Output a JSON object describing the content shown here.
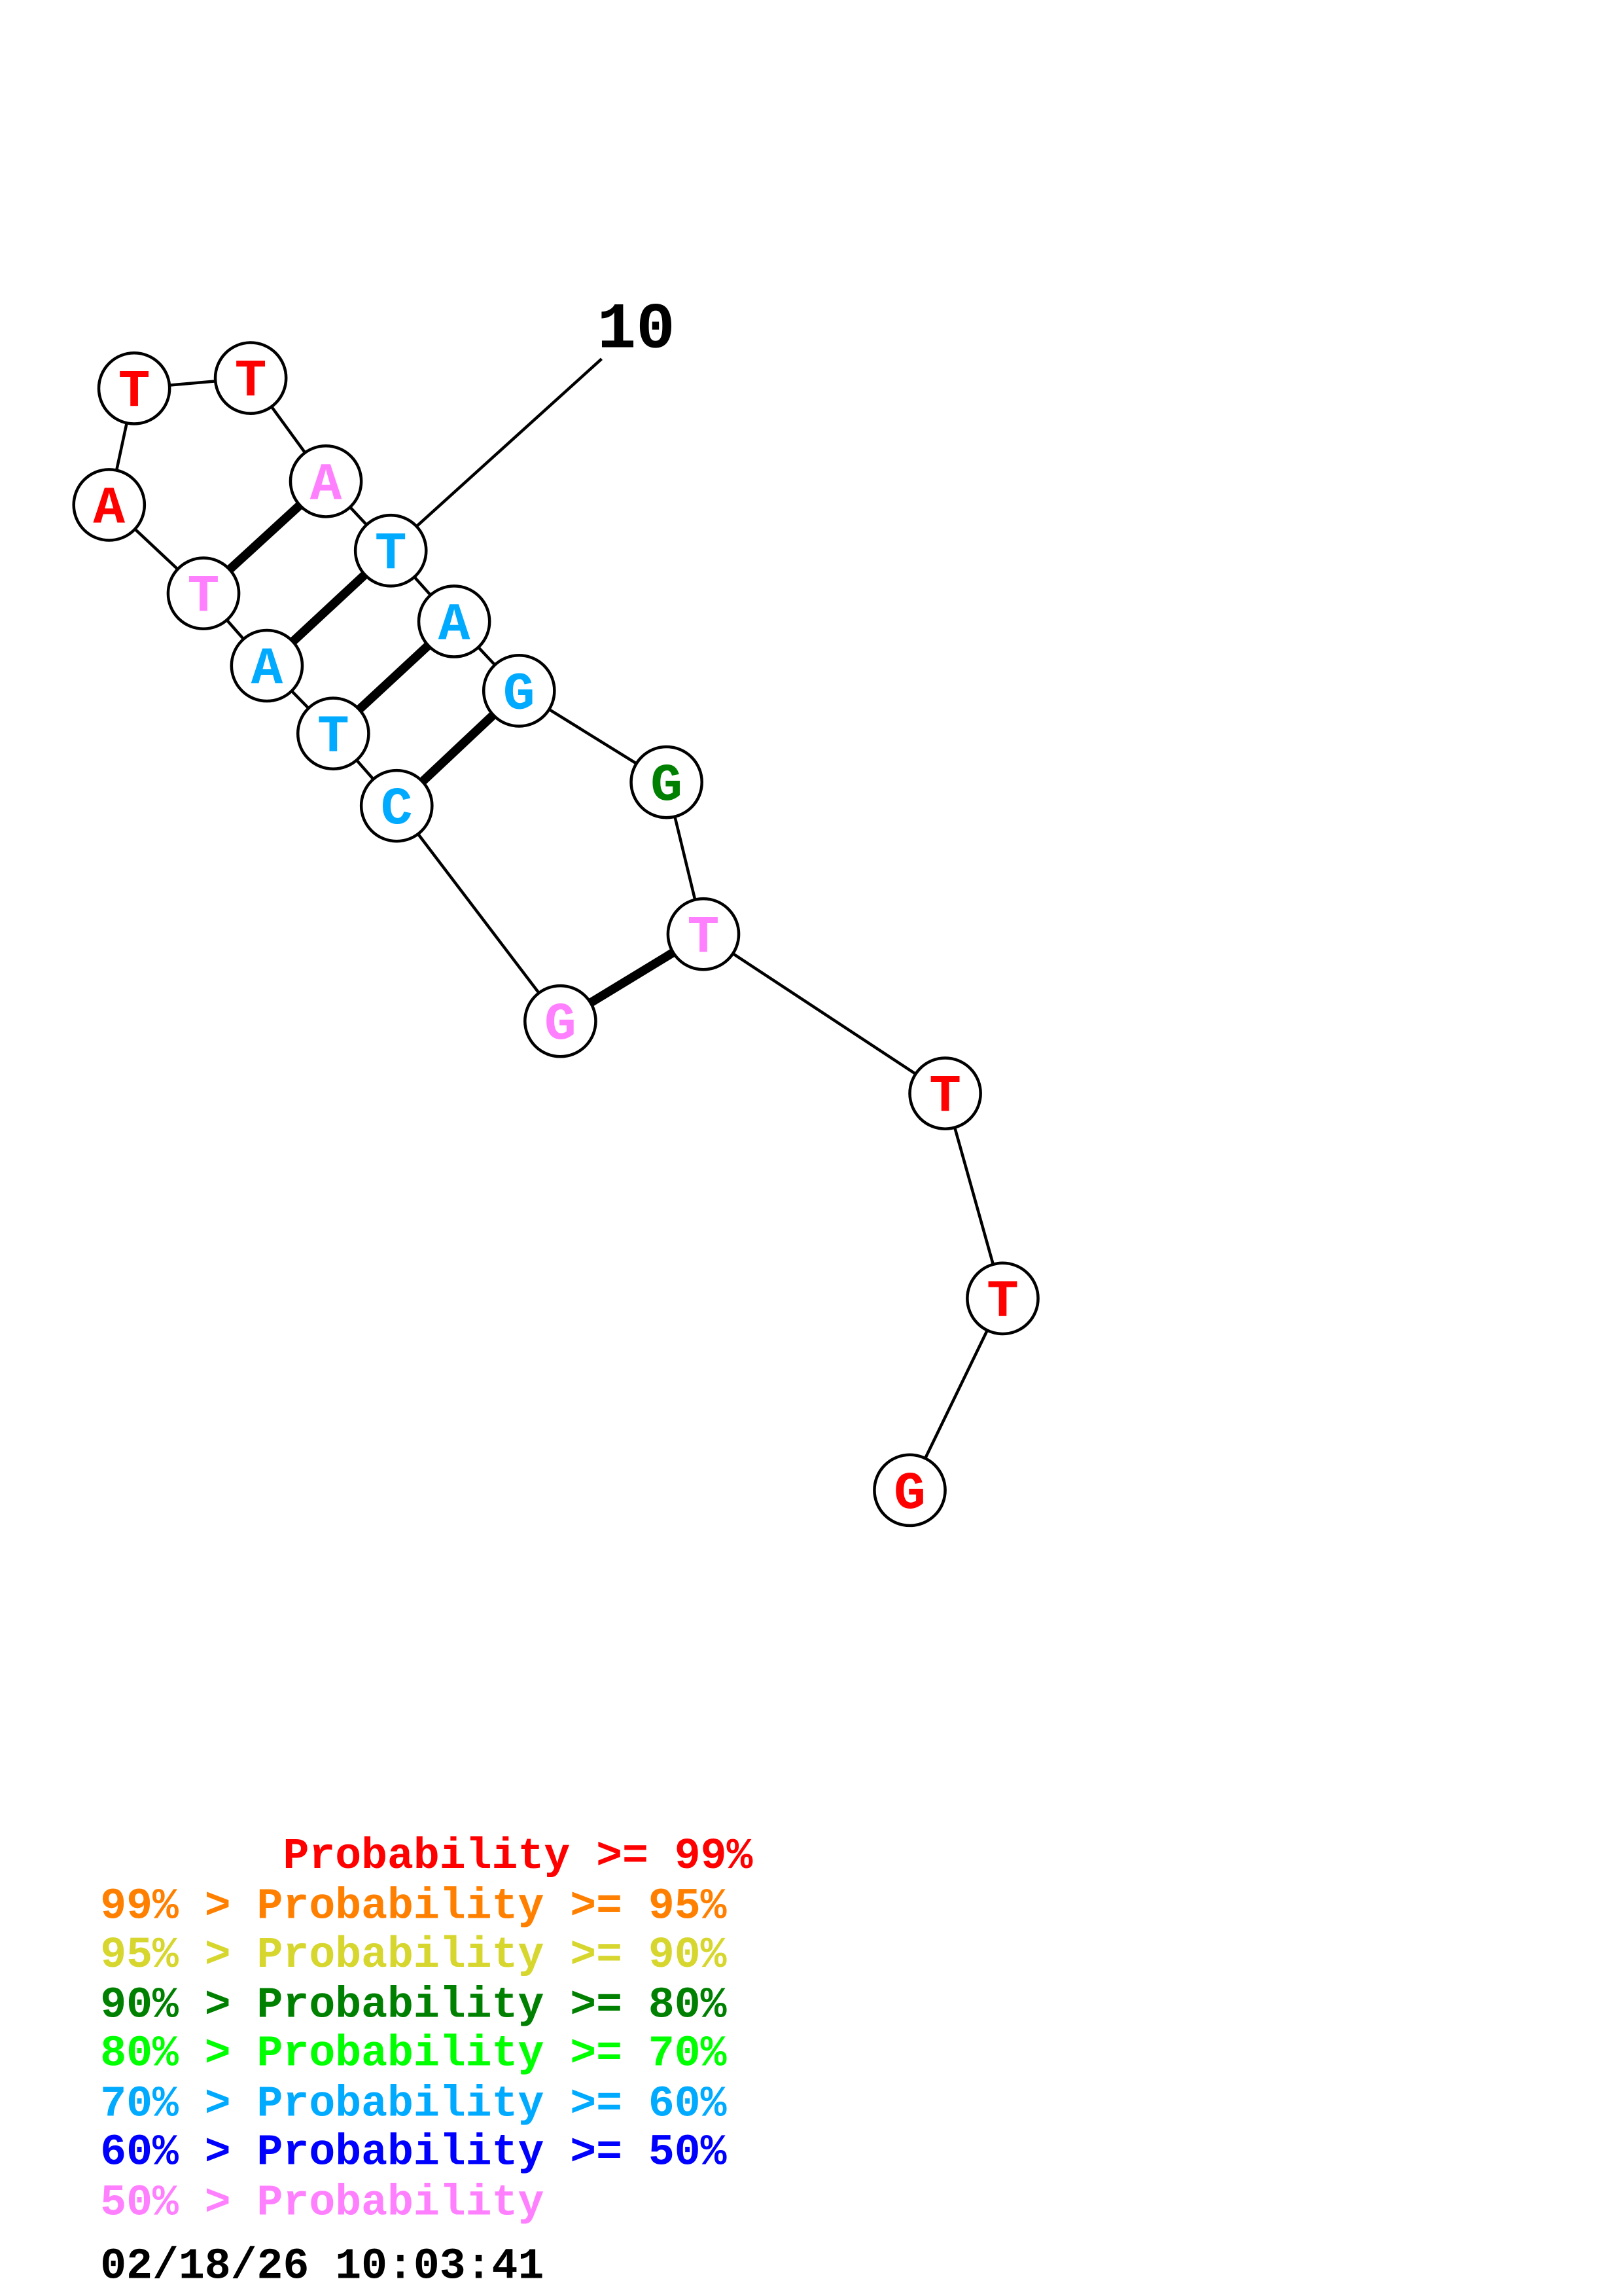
{
  "structure": {
    "sequence": [
      "G",
      "C",
      "T",
      "A",
      "T",
      "A",
      "T",
      "T",
      "A",
      "T",
      "A",
      "G",
      "G",
      "T",
      "T",
      "T",
      "G"
    ],
    "probability_class": [
      "pink",
      "blue",
      "blue",
      "blue",
      "pink",
      "red",
      "red",
      "red",
      "pink",
      "blue",
      "blue",
      "blue",
      "darkgreen",
      "pink",
      "red",
      "red",
      "red"
    ],
    "pairs": [
      [
        1,
        14
      ],
      [
        2,
        12
      ],
      [
        3,
        11
      ],
      [
        4,
        10
      ],
      [
        5,
        9
      ]
    ],
    "position_label": "10"
  },
  "colors": {
    "red": "#ff0000",
    "orange": "#ff8000",
    "yellow": "#d6d62e",
    "darkgreen": "#008000",
    "green": "#00ff00",
    "blue": "#00aaff",
    "darkblue": "#0000ff",
    "pink": "#ff80ff"
  },
  "legend": [
    {
      "text": "       Probability >= 99%",
      "color": "red"
    },
    {
      "text": "99% > Probability >= 95%",
      "color": "orange"
    },
    {
      "text": "95% > Probability >= 90%",
      "color": "yellow"
    },
    {
      "text": "90% > Probability >= 80%",
      "color": "darkgreen"
    },
    {
      "text": "80% > Probability >= 70%",
      "color": "green"
    },
    {
      "text": "70% > Probability >= 60%",
      "color": "blue"
    },
    {
      "text": "60% > Probability >= 50%",
      "color": "darkblue"
    },
    {
      "text": "50% > Probability",
      "color": "pink"
    }
  ],
  "timestamp": "02/18/26 10:03:41"
}
